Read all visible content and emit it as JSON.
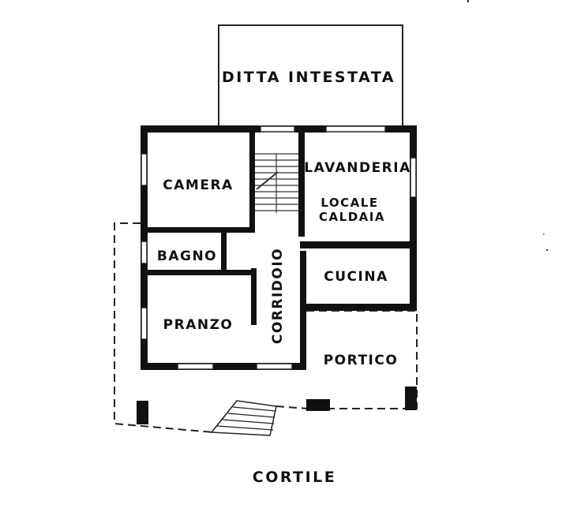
{
  "colors": {
    "wall": "#111111",
    "line": "#222222",
    "background": "#ffffff"
  },
  "rooms": {
    "ditta": "DITTA INTESTATA",
    "camera": "CAMERA",
    "lavanderia": "LAVANDERIA",
    "locale_line1": "LOCALE",
    "locale_line2": "CALDAIA",
    "bagno": "BAGNO",
    "corridoio": "CORRIDOIO",
    "cucina": "CUCINA",
    "pranzo": "PRANZO",
    "portico": "PORTICO"
  },
  "outside": {
    "cortile": "CORTILE"
  }
}
